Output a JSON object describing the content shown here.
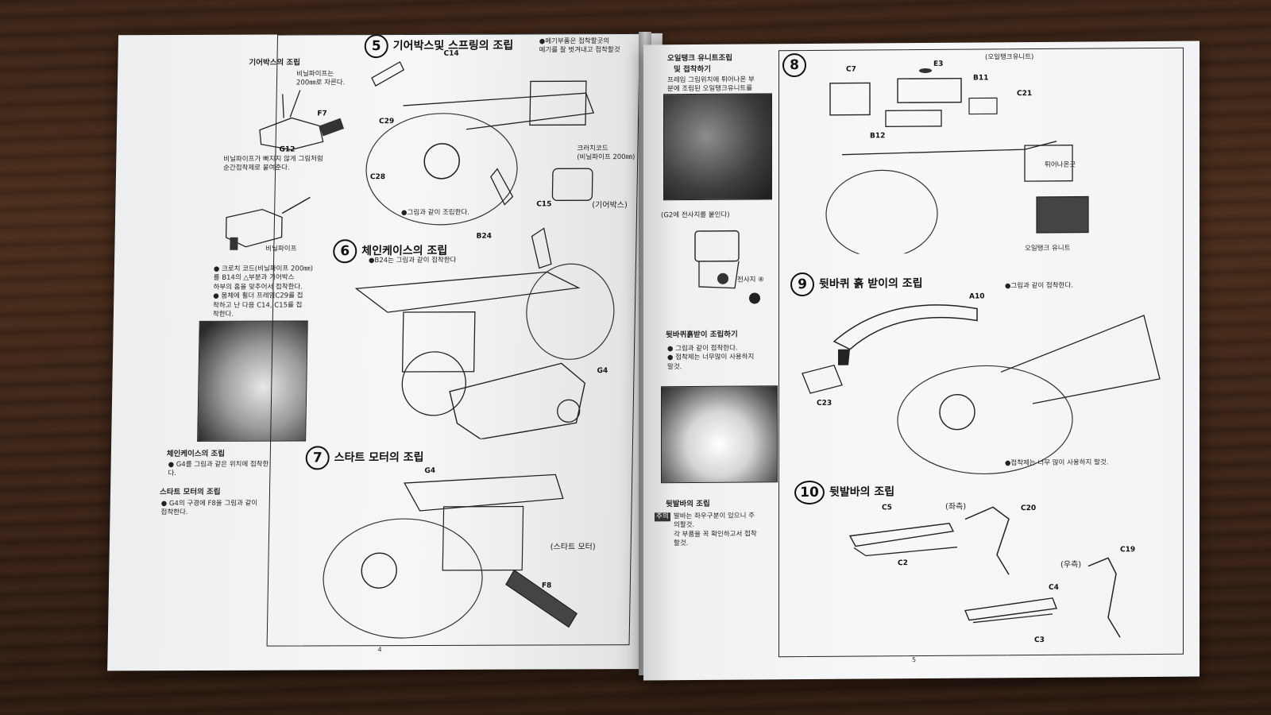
{
  "left_page": {
    "sidebar": {
      "header_a": "기어박스의 조립",
      "vinyl_note": "비닐파이프는\n200㎜로 자른다.",
      "part_f7": "F7",
      "part_g12": "G12",
      "vinyl_glue": "비닐파이프가 빠지지 않게 그림처럼\n순간접착제로 붙여준다.",
      "vinyl_label": "비닐파이프",
      "clutch_note": "● 크로치 코드(비닐파이프 200㎜)\n를 B14의 △부분과 기어박스\n하부의 홈을 맞추어서 접착한다.\n● 몸체에 휠더 프레임C29를 접\n착하고 난 다음 C14, C15를 접\n착한다.",
      "header_6": "체인케이스의 조립",
      "note_6": "● G4를 그림과 같은 위치에 접착한\n다.",
      "header_7": "스타트 모터의 조립",
      "note_7": "● G4의 구경에 F8을 그림과 같이\n접착한다."
    },
    "step5": {
      "num": "5",
      "title": "기어박스및 스프링의 조립",
      "top_note": "●메기부품은 접착할곳의\n메기를 잘 벗겨내고 접착할것",
      "clutch_label": "크러치코드\n(비닐파이프 200㎜)",
      "gearbox_label": "(기어박스)",
      "bottom_note": "●그림과 같이 조립한다.",
      "parts": [
        "C14",
        "C29",
        "C28",
        "C15"
      ]
    },
    "step6": {
      "num": "6",
      "title": "체인케이스의 조립",
      "note": "●B24는 그림과 같이 접착한다",
      "parts": [
        "B24",
        "G4"
      ]
    },
    "step7": {
      "num": "7",
      "title": "스타트 모터의 조립",
      "starter_label": "(스타트 모터)",
      "parts": [
        "G4",
        "F8"
      ]
    },
    "page_number": "4"
  },
  "right_page": {
    "sidebar": {
      "header_8": "오일탱크 유니트조립",
      "header_8b": "및 접착하기",
      "note_8": "프레임 그림위치에 튀어나온 부\n분에 조립된 오일탱크유니트를\n그림과 같이 접착한다.",
      "decal_g2": "(G2에 전사지를 붙인다)",
      "decal_label": "전사지 ⑧",
      "header_9": "뒷바퀴흙받이 조립하기",
      "note_9": "● 그림과 같이 접착한다.\n● 접착제는 너무많이 사용하지\n말것.",
      "header_10": "뒷발바의 조립",
      "caution_tag": "주의",
      "note_10": "발바는 좌우구분이 있으니 주\n의할것.\n각 부품을 꼭 확인하고서 접착\n할것."
    },
    "step8": {
      "num": "8",
      "title_label": "(오일탱크유니트)",
      "unit_label": "오일탱크 유니트",
      "frame_label": "튀어나온곳",
      "parts": [
        "C7",
        "E3",
        "B11",
        "C21",
        "B12"
      ]
    },
    "step9": {
      "num": "9",
      "title": "뒷바퀴 흙 받이의 조립",
      "note": "●그림과 같이 접착한다.",
      "bottom_note": "●접착제는 너무 많이 사용하지 말것.",
      "parts": [
        "A10",
        "C23"
      ]
    },
    "step10": {
      "num": "10",
      "title": "뒷발바의 조립",
      "left_label": "(좌측)",
      "right_label": "(우측)",
      "parts": [
        "C5",
        "C20",
        "C2",
        "C19",
        "C4",
        "C3"
      ]
    },
    "page_number": "5"
  }
}
